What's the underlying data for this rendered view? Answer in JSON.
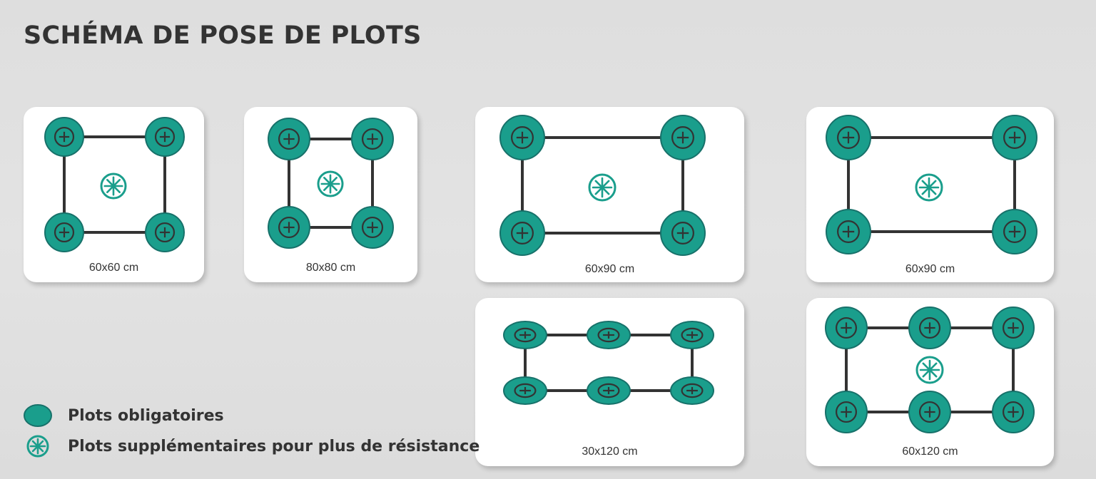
{
  "page": {
    "title": "SCHÉMA DE POSE DE PLOTS"
  },
  "colors": {
    "pad_fill": "#1a9e8c",
    "pad_ring": "#17716a",
    "frame": "#333333",
    "text": "#333333"
  },
  "diagrams": [
    {
      "id": "d1",
      "label": "60x60 cm"
    },
    {
      "id": "d2",
      "label": "80x80 cm"
    },
    {
      "id": "d3",
      "label": "60x90 cm"
    },
    {
      "id": "d4",
      "label": "60x90 cm"
    },
    {
      "id": "d5",
      "label": "30x120 cm"
    },
    {
      "id": "d6",
      "label": "60x120 cm"
    }
  ],
  "legend": {
    "mandatory": {
      "icon": "filled-pad-icon",
      "label": "Plots obligatoires"
    },
    "extra": {
      "icon": "star-pad-icon",
      "label": "Plots supplémentaires  pour plus de résistance"
    }
  }
}
